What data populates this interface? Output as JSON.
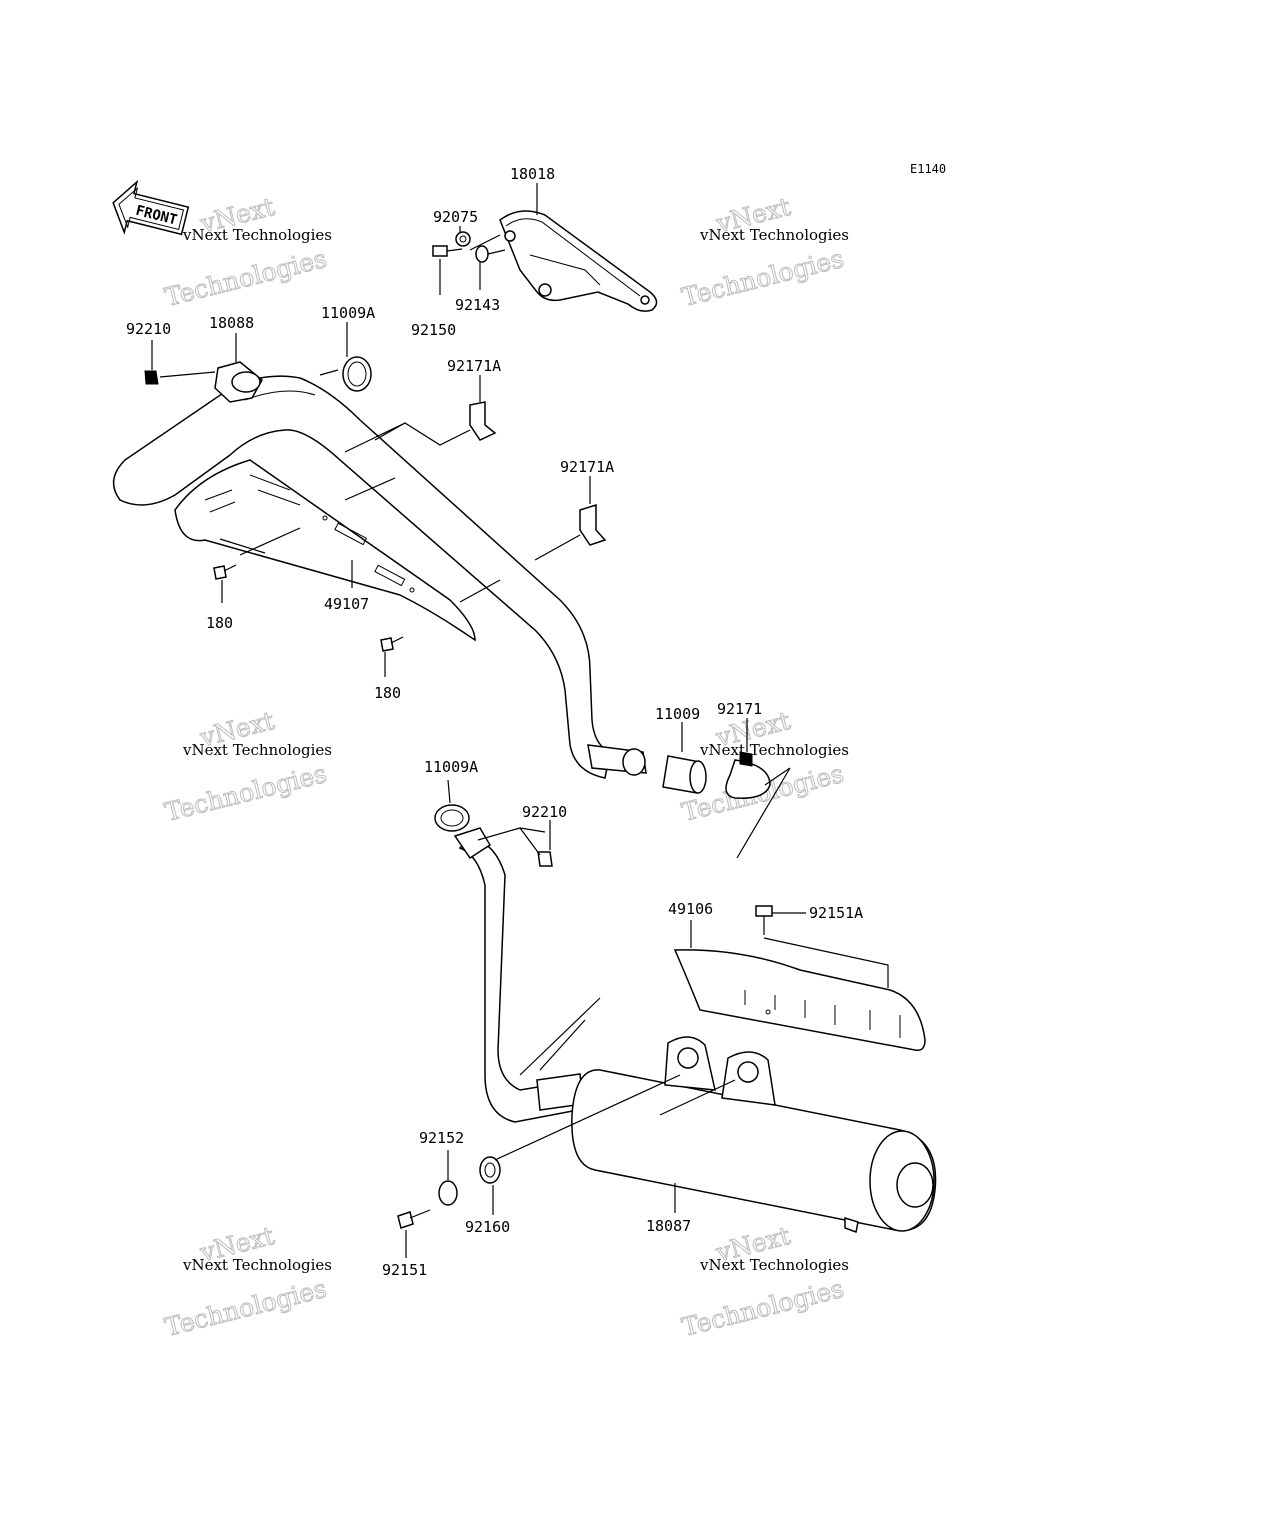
{
  "diagram_code": "E1140",
  "front_label": "FRONT",
  "watermark": {
    "small": "vNext Technologies",
    "large_top": "vNext",
    "large_bottom": "Technologies"
  },
  "parts": {
    "p18018": "18018",
    "p92075": "92075",
    "p92143": "92143",
    "p92150": "92150",
    "p92210_top": "92210",
    "p18088": "18088",
    "p11009A_top": "11009A",
    "p92171A_1": "92171A",
    "p92171A_2": "92171A",
    "p180_1": "180",
    "p180_2": "180",
    "p49107": "49107",
    "p11009": "11009",
    "p92171": "92171",
    "p11009A_bottom": "11009A",
    "p92210_bottom": "92210",
    "p49106": "49106",
    "p92151A": "92151A",
    "p92152": "92152",
    "p92160": "92160",
    "p92151": "92151",
    "p18087": "18087"
  }
}
